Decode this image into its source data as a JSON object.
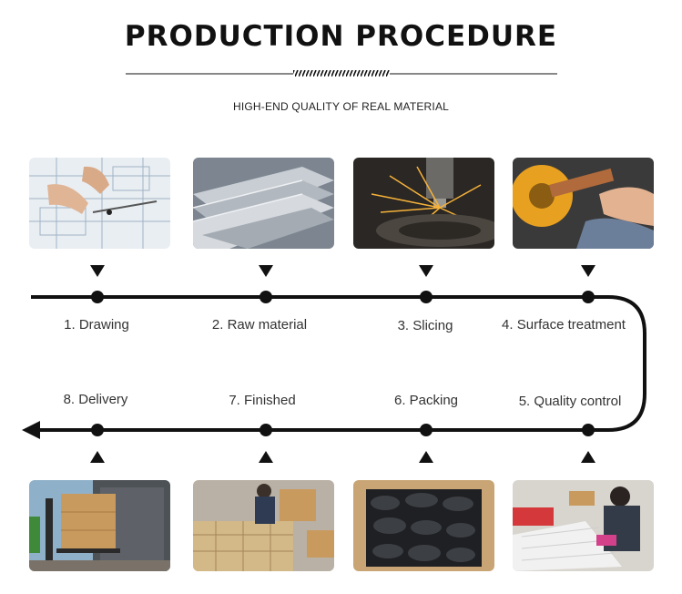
{
  "header": {
    "title": "PRODUCTION PROCEDURE",
    "subtitle": "HIGH-END QUALITY OF REAL MATERIAL"
  },
  "steps": [
    {
      "label": "1. Drawing",
      "photo": "technical-drawing-photo"
    },
    {
      "label": "2. Raw material",
      "photo": "metal-sheets-photo"
    },
    {
      "label": "3. Slicing",
      "photo": "laser-cutting-photo"
    },
    {
      "label": "4. Surface treatment",
      "photo": "polishing-photo"
    },
    {
      "label": "5. Quality control",
      "photo": "inspection-photo"
    },
    {
      "label": "6. Packing",
      "photo": "packed-goods-photo"
    },
    {
      "label": "7. Finished",
      "photo": "boxed-products-photo"
    },
    {
      "label": "8. Delivery",
      "photo": "container-loading-photo"
    }
  ],
  "colors": {
    "line": "#111111",
    "accent_orange": "#e8a020",
    "box_brown": "#c99a5e"
  }
}
